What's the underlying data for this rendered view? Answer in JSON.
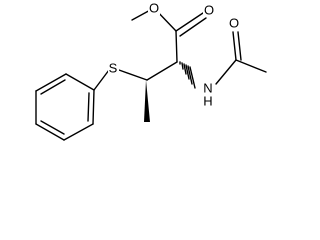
{
  "structure": {
    "atoms": {
      "ester_o_single": "O",
      "ester_o_double": "O",
      "amide_o": "O",
      "amide_n": "N",
      "amide_h": "H",
      "sulfur": "S"
    }
  }
}
